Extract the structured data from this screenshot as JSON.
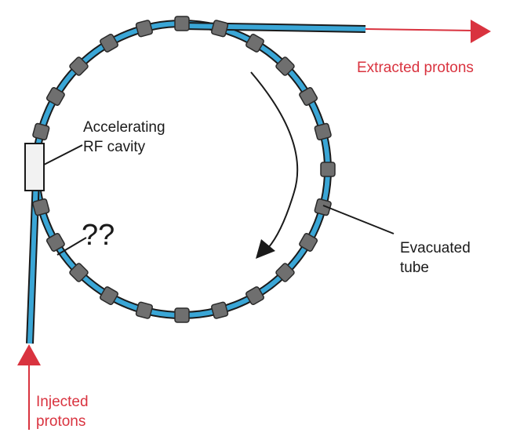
{
  "labels": {
    "extracted": "Extracted protons",
    "cavity_line1": "Accelerating",
    "cavity_line2": "RF cavity",
    "unknown": "??",
    "tube_line1": "Evacuated",
    "tube_line2": "tube",
    "injected_line1": "Injected",
    "injected_line2": "protons"
  },
  "colors": {
    "tube_fill": "#3aa6d6",
    "tube_outline": "#1a1a1a",
    "magnet_fill": "#6f6f6f",
    "magnet_outline": "#2a2a2a",
    "cavity_fill": "#f2f2f2",
    "beam_arrow": "#d9333f",
    "direction_arrow": "#1a1a1a",
    "text_dark": "#1a1a1a",
    "text_red": "#d9333f"
  }
}
